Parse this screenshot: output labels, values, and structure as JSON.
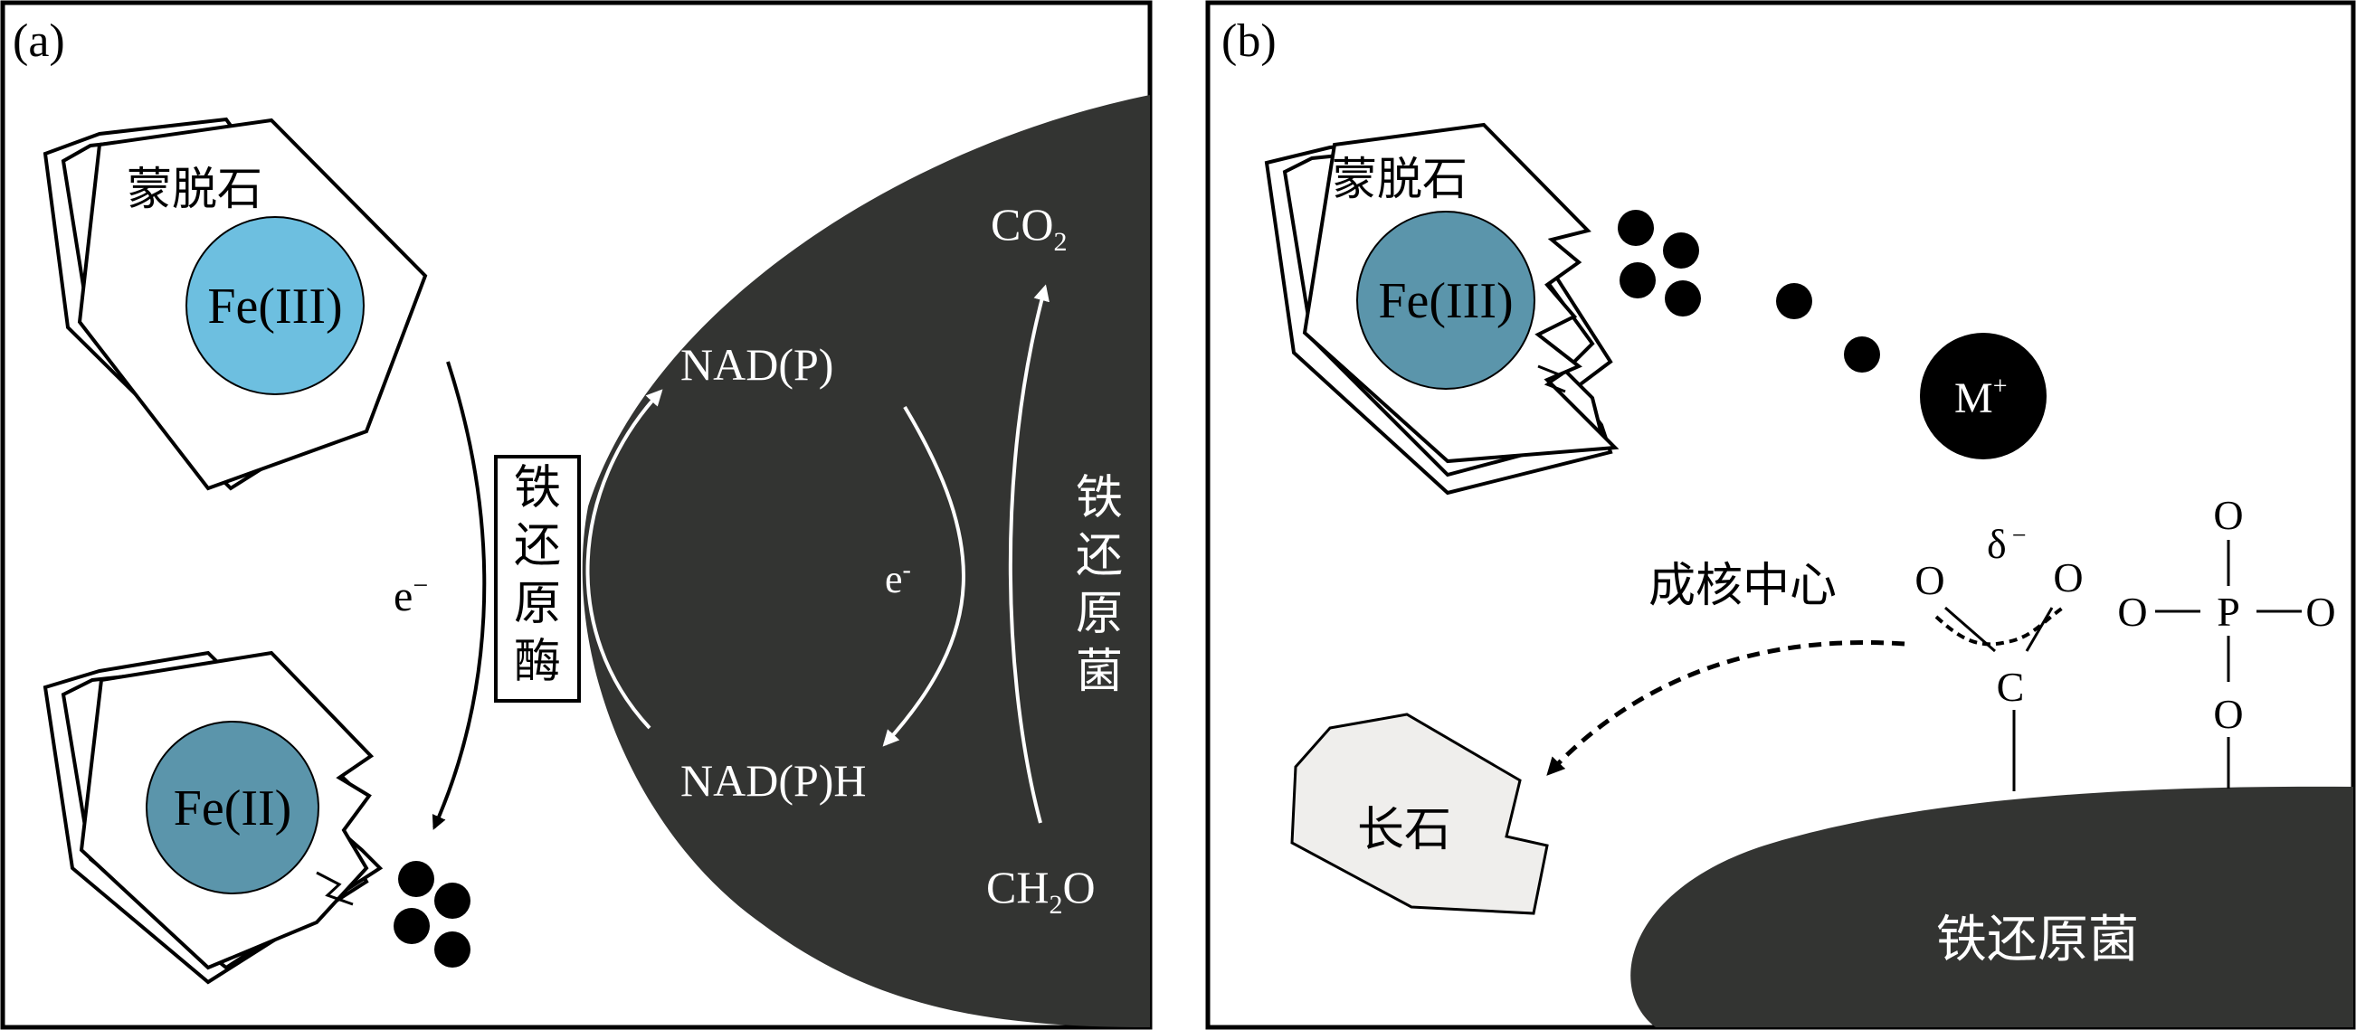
{
  "panel_a": {
    "label": "(a)",
    "montmorillonite_label": "蒙脱石",
    "fe3_label": "Fe(III)",
    "fe2_label": "Fe(II)",
    "electron_label": "e",
    "electron_sup": "−",
    "enzyme_label": [
      "铁",
      "还",
      "原",
      "酶"
    ],
    "nadp_label": "NAD(P)",
    "nadph_label": "NAD(P)H",
    "electron2_label": "e",
    "electron2_sup": "-",
    "co2_main": "CO",
    "co2_sub": "2",
    "ch2o_prefix": "CH",
    "ch2o_sub": "2",
    "ch2o_suffix": "O",
    "bacteria_label": [
      "铁",
      "还",
      "原",
      "菌"
    ]
  },
  "panel_b": {
    "label": "(b)",
    "montmorillonite_label": "蒙脱石",
    "fe3_label": "Fe(III)",
    "metal_main": "M",
    "metal_sup": "+",
    "nucleation_label": "成核中心",
    "feldspar_label": "长石",
    "bacteria_label": "铁还原菌",
    "delta_label": "δ",
    "delta_sup": "−",
    "carboxyl": {
      "o_left": "O",
      "o_right": "O",
      "c": "C"
    },
    "phosphate": {
      "o_top": "O",
      "o_left": "O",
      "p": "P",
      "o_right": "O",
      "o_bottom": "O"
    }
  },
  "colors": {
    "bacteria_fill": "#333432",
    "fe3_light": "#6dbfe0",
    "fe_teal": "#5b95ab",
    "feldspar_fill": "#efeeec",
    "particle": "#000000"
  }
}
